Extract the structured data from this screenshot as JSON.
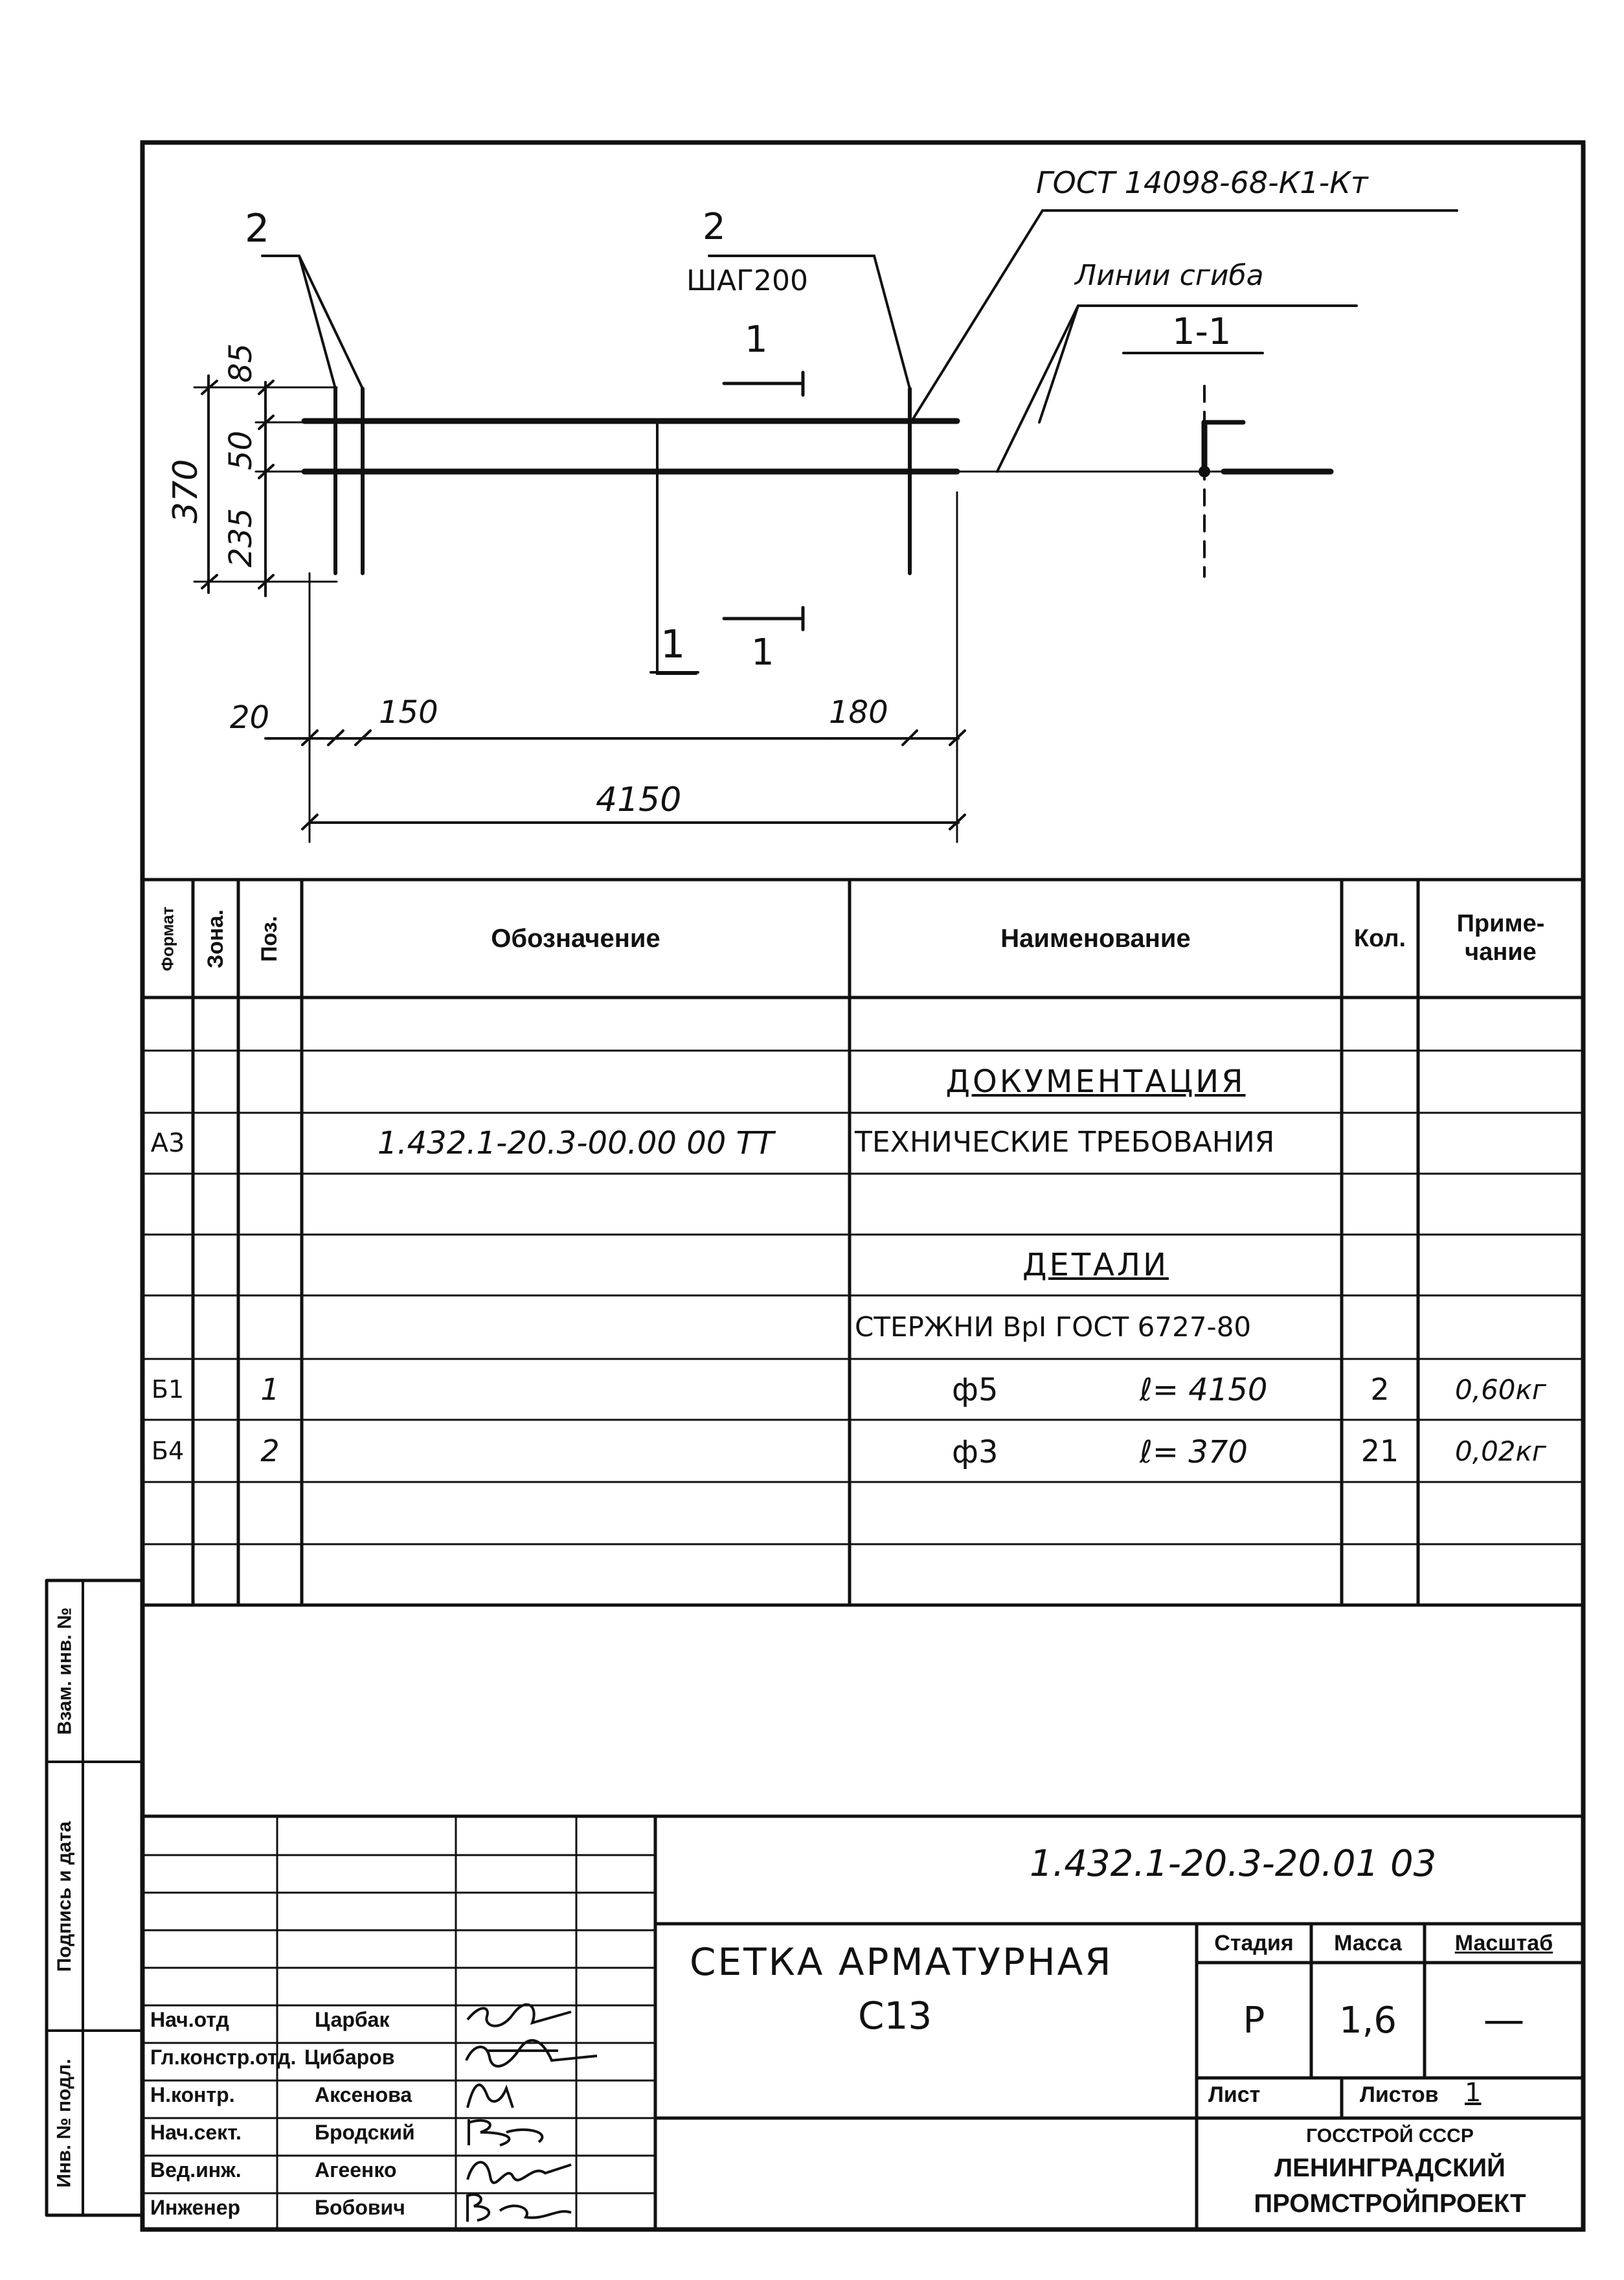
{
  "drawing": {
    "std_note": "ГОСТ 14098-68-К1-Кт",
    "bend_note": "Линии сгиба",
    "pos_left": "2",
    "pos_mid": "2",
    "step": "ШАГ200",
    "section_mark_top": "1",
    "section_mark_bottom": "1",
    "section_label_left": "1",
    "section_title": "1-1",
    "dim_total_height": "370",
    "dim_85": "85",
    "dim_50": "50",
    "dim_235": "235",
    "dim_20": "20",
    "dim_150": "150",
    "dim_180": "180",
    "dim_total_length": "4150"
  },
  "spec": {
    "headers": {
      "format": "Формат",
      "zone": "Зона.",
      "pos": "Поз.",
      "designation": "Обозначение",
      "name": "Наименование",
      "qty": "Кол.",
      "note": "Приме-чание"
    },
    "section_docs": "ДОКУМЕНТАЦИЯ",
    "row_tt": {
      "format": "А3",
      "designation": "1.432.1-20.3-00.00 00 ТТ",
      "name": "ТЕХНИЧЕСКИЕ ТРЕБОВАНИЯ"
    },
    "section_parts": "ДЕТАЛИ",
    "rods_title": "СТЕРЖНИ ВрI ГОСТ 6727-80",
    "rows": [
      {
        "format": "Б1",
        "pos": "1",
        "dia": "ф5",
        "len": "ℓ= 4150",
        "qty": "2",
        "note": "0,60кг"
      },
      {
        "format": "Б4",
        "pos": "2",
        "dia": "ф3",
        "len": "ℓ= 370",
        "qty": "21",
        "note": "0,02кг"
      }
    ]
  },
  "side_stamp": {
    "inv_no": "Инв. № подл.",
    "sign_date": "Подпись и дата",
    "replace_inv": "Взам. инв. №"
  },
  "title_block": {
    "doc_number": "1.432.1-20.3-20.01 03",
    "title_line1": "СЕТКА АРМАТУРНАЯ",
    "title_line2": "С13",
    "stage_label": "Стадия",
    "mass_label": "Масса",
    "scale_label": "Масштаб",
    "stage": "Р",
    "mass": "1,6",
    "scale": "—",
    "sheet_label": "Лист",
    "sheets_label": "Листов",
    "sheets": "1",
    "org_line1": "ГОССТРОЙ СССР",
    "org_line2": "ЛЕНИНГРАДСКИЙ",
    "org_line3": "ПРОМСТРОЙПРОЕКТ",
    "staff": [
      {
        "role": "Нач.отд",
        "name": "Царбак"
      },
      {
        "role": "Гл.констр.отд.",
        "name": "Цибаров"
      },
      {
        "role": "Н.контр.",
        "name": "Аксенова"
      },
      {
        "role": "Нач.сект.",
        "name": "Бродский"
      },
      {
        "role": "Вед.инж.",
        "name": "Агеенко"
      },
      {
        "role": "Инженер",
        "name": "Бобович"
      }
    ]
  }
}
